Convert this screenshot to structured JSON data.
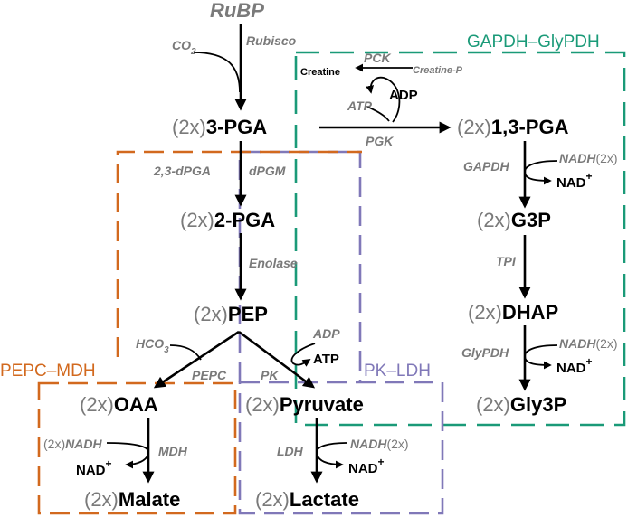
{
  "colors": {
    "pepc": "#d2691e",
    "pk": "#8078b8",
    "gapdh": "#1a9a78",
    "gray": "#7a7a7a"
  },
  "nodes": {
    "rubp": "RuBP",
    "pga3": {
      "mult": "(2x)",
      "name": "3-PGA"
    },
    "pga13": {
      "mult": "(2x)",
      "name": "1,3-PGA"
    },
    "pga2": {
      "mult": "(2x)",
      "name": "2-PGA"
    },
    "g3p": {
      "mult": "(2x)",
      "name": "G3P"
    },
    "pep": {
      "mult": "(2x)",
      "name": "PEP"
    },
    "dhap": {
      "mult": "(2x)",
      "name": "DHAP"
    },
    "oaa": {
      "mult": "(2x)",
      "name": "OAA"
    },
    "pyruvate": {
      "mult": "(2x)",
      "name": "Pyruvate"
    },
    "gly3p": {
      "mult": "(2x)",
      "name": "Gly3P"
    },
    "malate": {
      "mult": "(2x)",
      "name": "Malate"
    },
    "lactate": {
      "mult": "(2x)",
      "name": "Lactate"
    }
  },
  "enzymes": {
    "rubisco": "Rubisco",
    "pck": "PCK",
    "pgk": "PGK",
    "dpgm": "dPGM",
    "gapdh": "GAPDH",
    "enolase": "Enolase",
    "tpi": "TPI",
    "glypdh": "GlyPDH",
    "pepc": "PEPC",
    "pk": "PK",
    "mdh": "MDH",
    "ldh": "LDH"
  },
  "cofactors": {
    "co2": "CO",
    "co2_sub": "2",
    "creatine": "Creatine",
    "creatine_p": "Creatine-P",
    "atp": "ATP",
    "adp": "ADP",
    "dpga": "2,3-dPGA",
    "nadh": "NADH",
    "nad": "NAD",
    "plus": "+",
    "twox": "(2x)",
    "hco3": "HCO",
    "hco3_sub": "3"
  },
  "boxes": {
    "gapdh": "GAPDH–GlyPDH",
    "pepc": "PEPC–MDH",
    "pk": "PK–LDH"
  }
}
